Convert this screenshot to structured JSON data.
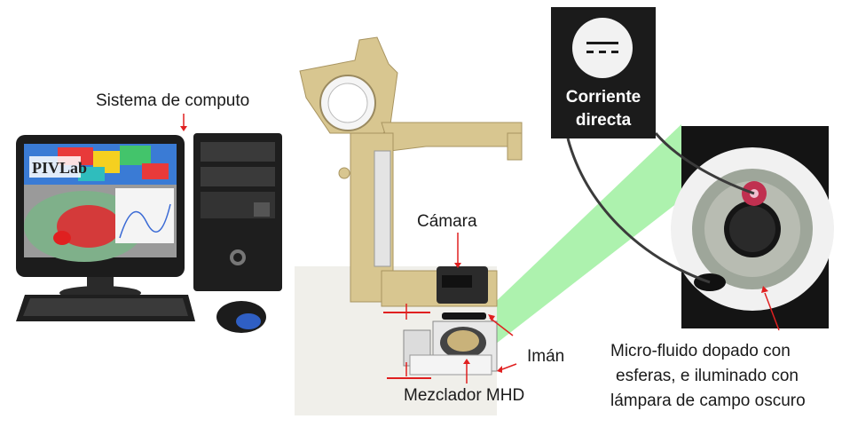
{
  "labels": {
    "computer": "Sistema de computo",
    "camera": "Cámara",
    "magnet": "Imán",
    "mixer": "Mezclador MHD",
    "microfluid_line1": "Micro-fluido dopado con",
    "microfluid_line2": "esferas, e iluminado con",
    "microfluid_line3": "lámpara de campo oscuro"
  },
  "dc_box": {
    "line1": "Corriente",
    "line2": "directa"
  },
  "monitor_logo": "PIVLab",
  "colors": {
    "arrow": "#e02020",
    "beam": "#9ff0a0",
    "microscope": "#d8c690",
    "dc_box_bg": "#1b1b1b"
  }
}
